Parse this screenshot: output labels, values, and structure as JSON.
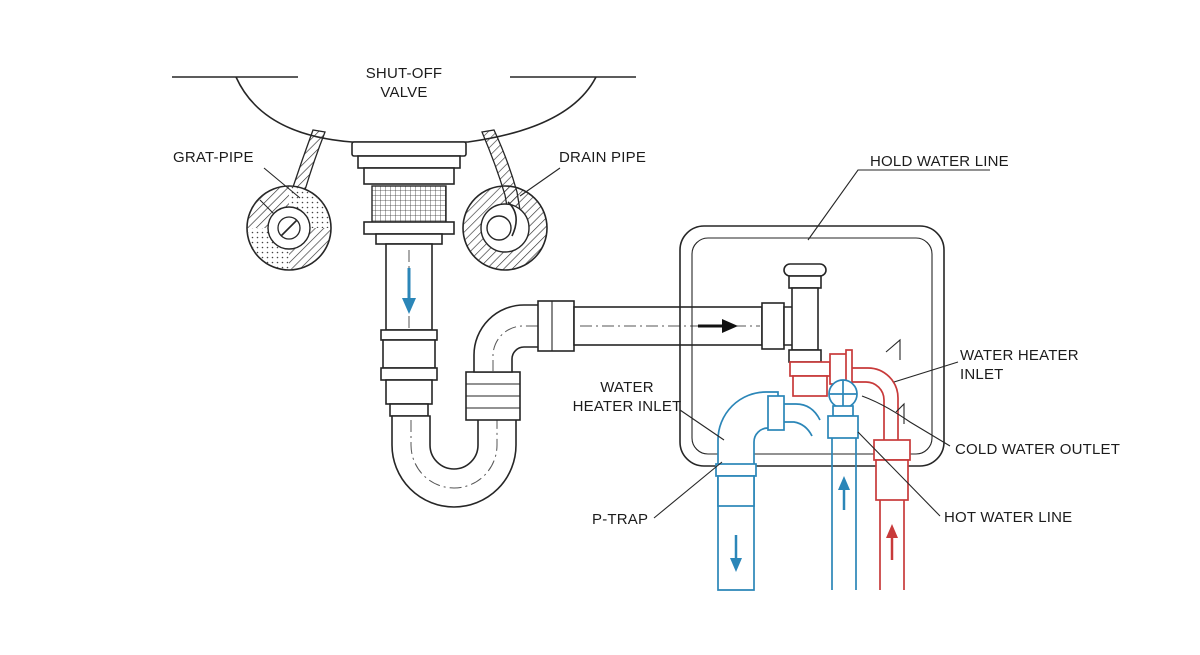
{
  "labels": {
    "shutoff_line1": "SHUT-OFF",
    "shutoff_line2": "VALVE",
    "grat_pipe": "GRAT-PIPE",
    "drain_pipe": "DRAIN PIPE",
    "hold_water_line": "HOLD WATER LINE",
    "water_heater_inlet_right_line1": "WATER HEATER",
    "water_heater_inlet_right_line2": "INLET",
    "water_heater_inlet_left_line1": "WATER",
    "water_heater_inlet_left_line2": "HEATER INLET",
    "cold_water_outlet": "COLD WATER OUTLET",
    "p_trap": "P-TRAP",
    "hot_water_line": "HOT WATER LINE"
  },
  "colors": {
    "outline": "#262626",
    "cold_water": "#2b86b8",
    "hot_water": "#c83a3a",
    "flow_arrow": "#111111"
  },
  "icons": {
    "drain_flow": "arrow-down-icon",
    "horizontal_flow": "arrow-right-icon",
    "cold_supply_flow": "arrow-up-icon",
    "cold_return_flow": "arrow-down-icon",
    "hot_supply_flow": "arrow-up-icon"
  }
}
